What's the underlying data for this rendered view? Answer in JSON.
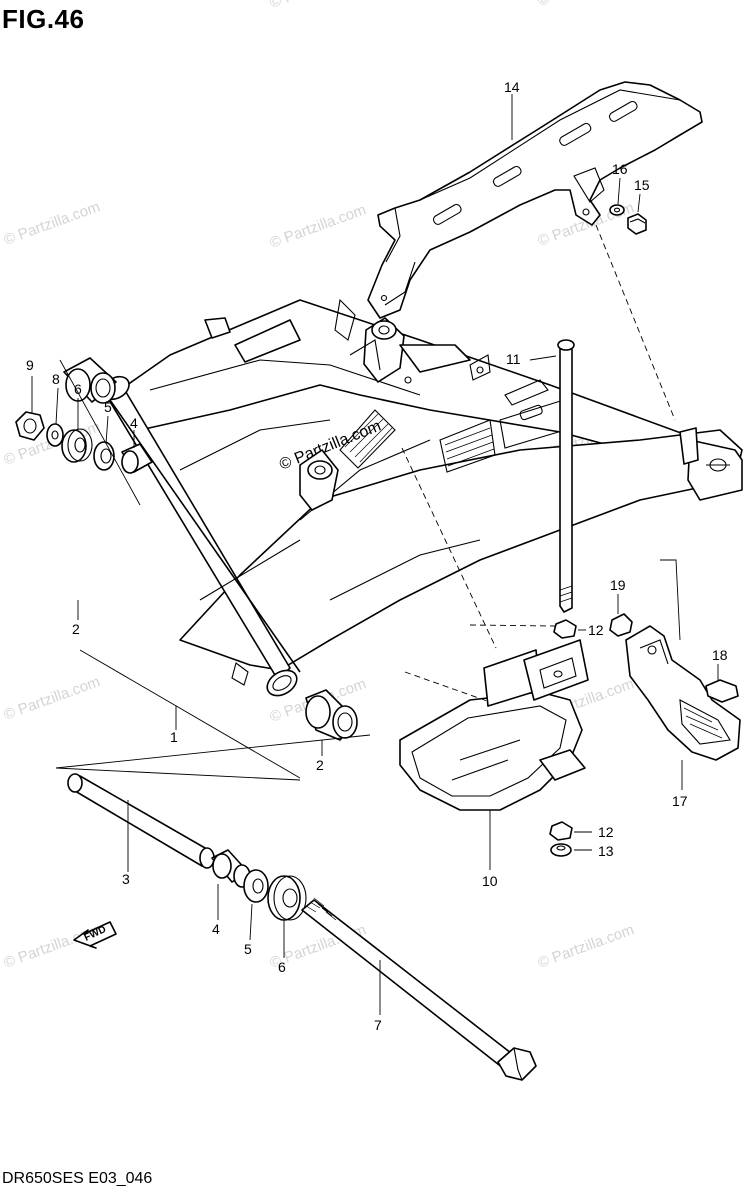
{
  "figure": {
    "title": "FIG.46",
    "code": "DR650SES E03_046"
  },
  "watermark": {
    "text": "© Partzilla.com"
  },
  "fwd_label": "FWD",
  "callouts": {
    "c1": "1",
    "c2a": "2",
    "c2b": "2",
    "c3": "3",
    "c4a": "4",
    "c4b": "4",
    "c5a": "5",
    "c5b": "5",
    "c6a": "6",
    "c6b": "6",
    "c7": "7",
    "c8": "8",
    "c9": "9",
    "c10": "10",
    "c11": "11",
    "c12a": "12",
    "c12b": "12",
    "c13": "13",
    "c14": "14",
    "c15": "15",
    "c16": "16",
    "c17": "17",
    "c18": "18",
    "c19": "19"
  }
}
